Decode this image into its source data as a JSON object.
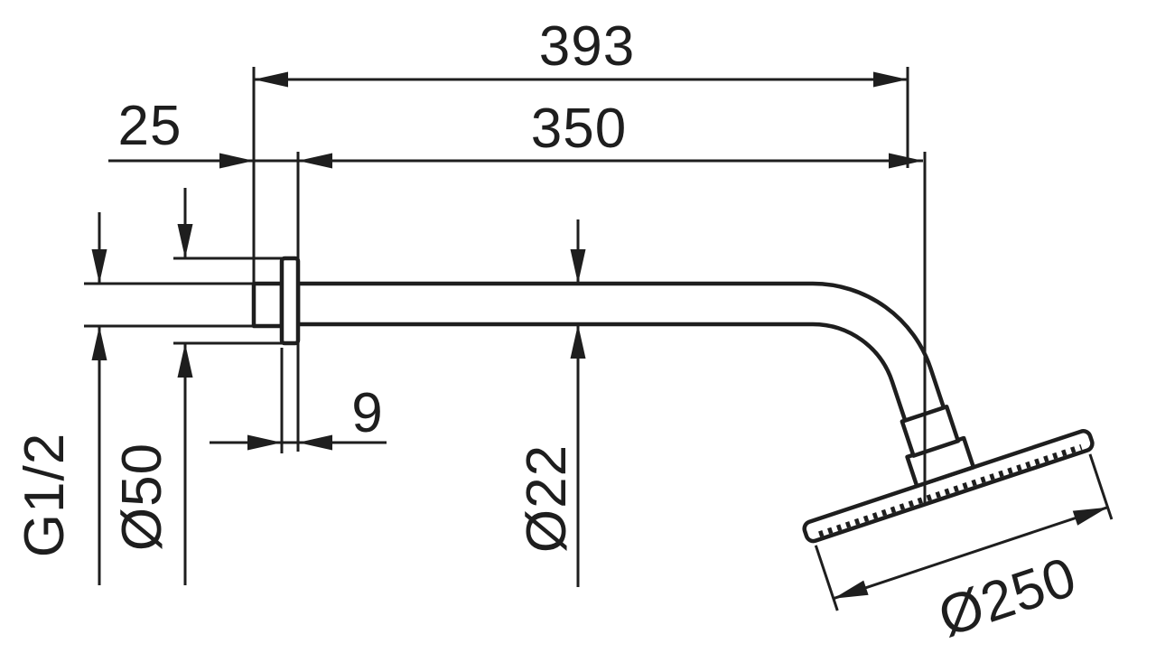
{
  "colors": {
    "line": "#1e1e1e",
    "background": "#ffffff"
  },
  "dimensions": {
    "overall_length": "393",
    "arm_length": "350",
    "wall_offset": "25",
    "flange_thickness": "9",
    "thread_size": "G1/2",
    "flange_diameter": "Ø50",
    "arm_diameter": "Ø22",
    "head_diameter": "Ø250"
  }
}
